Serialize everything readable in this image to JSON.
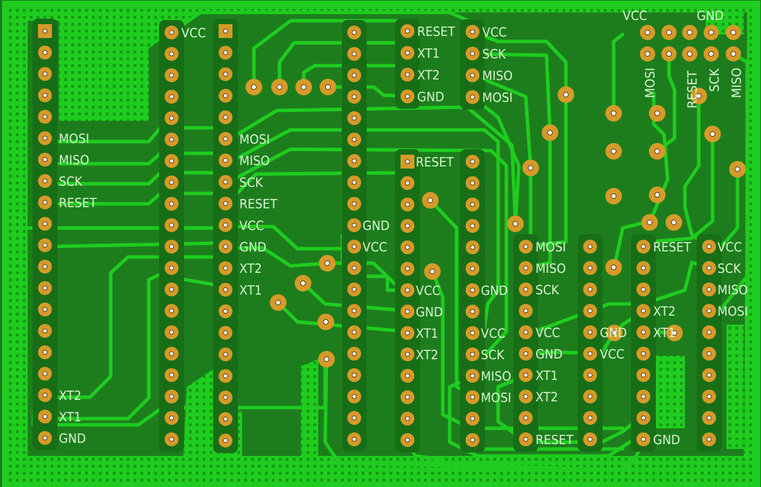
{
  "view": "pcb-top-copper",
  "colors": {
    "board_fill": "#1fcc1f",
    "isolation": "#1a6e1a",
    "copper_area": "#178a17",
    "pad": "#d69a2a",
    "hole": "#ffffff",
    "silkscreen": "#d8f5d0",
    "trace": "#1fcc1f"
  },
  "connectors": [
    {
      "id": "left-header",
      "pins": 20,
      "first_square": true,
      "labels": [
        {
          "pin": 6,
          "text": "MOSI"
        },
        {
          "pin": 7,
          "text": "MISO"
        },
        {
          "pin": 8,
          "text": "SCK"
        },
        {
          "pin": 9,
          "text": "RESET"
        },
        {
          "pin": 18,
          "text": "XT2"
        },
        {
          "pin": 19,
          "text": "XT1"
        },
        {
          "pin": 20,
          "text": "GND"
        }
      ]
    },
    {
      "id": "socket-a-left",
      "pins": 20,
      "first_square": false,
      "labels": [
        {
          "pin": 1,
          "text": "VCC"
        }
      ]
    },
    {
      "id": "socket-a-right",
      "pins": 20,
      "first_square": true,
      "labels": [
        {
          "pin": 6,
          "text": "MOSI"
        },
        {
          "pin": 7,
          "text": "MISO"
        },
        {
          "pin": 8,
          "text": "SCK"
        },
        {
          "pin": 9,
          "text": "RESET"
        },
        {
          "pin": 10,
          "text": "VCC"
        },
        {
          "pin": 11,
          "text": "GND"
        },
        {
          "pin": 12,
          "text": "XT2"
        },
        {
          "pin": 13,
          "text": "XT1"
        }
      ]
    },
    {
      "id": "socket-b-left",
      "pins": 20,
      "labels": [
        {
          "pin": 10,
          "text": "GND"
        },
        {
          "pin": 11,
          "text": "VCC"
        }
      ]
    },
    {
      "id": "socket-c-left",
      "pins": 4,
      "labels": [
        {
          "pin": 1,
          "text": "RESET"
        },
        {
          "pin": 2,
          "text": "XT1"
        },
        {
          "pin": 3,
          "text": "XT2"
        },
        {
          "pin": 4,
          "text": "GND"
        }
      ]
    },
    {
      "id": "socket-c-right",
      "pins": 4,
      "labels": [
        {
          "pin": 1,
          "text": "VCC"
        },
        {
          "pin": 2,
          "text": "SCK"
        },
        {
          "pin": 3,
          "text": "MISO"
        },
        {
          "pin": 4,
          "text": "MOSI"
        }
      ]
    },
    {
      "id": "socket-d-left",
      "pins": 14,
      "first_square": true,
      "labels": [
        {
          "pin": 1,
          "text": "RESET"
        },
        {
          "pin": 7,
          "text": "VCC"
        },
        {
          "pin": 8,
          "text": "GND"
        },
        {
          "pin": 9,
          "text": "XT1"
        },
        {
          "pin": 10,
          "text": "XT2"
        }
      ]
    },
    {
      "id": "socket-d-right",
      "pins": 14,
      "labels": [
        {
          "pin": 7,
          "text": "GND"
        },
        {
          "pin": 9,
          "text": "VCC"
        },
        {
          "pin": 10,
          "text": "SCK"
        },
        {
          "pin": 11,
          "text": "MISO"
        },
        {
          "pin": 12,
          "text": "MOSI"
        }
      ]
    },
    {
      "id": "socket-e-left",
      "pins": 10,
      "labels": [
        {
          "pin": 1,
          "text": "MOSI"
        },
        {
          "pin": 2,
          "text": "MISO"
        },
        {
          "pin": 3,
          "text": "SCK"
        },
        {
          "pin": 5,
          "text": "VCC"
        },
        {
          "pin": 6,
          "text": "GND"
        },
        {
          "pin": 7,
          "text": "XT1"
        },
        {
          "pin": 8,
          "text": "XT2"
        },
        {
          "pin": 10,
          "text": "RESET"
        }
      ]
    },
    {
      "id": "socket-e-right",
      "pins": 10,
      "labels": [
        {
          "pin": 5,
          "text": "GND"
        },
        {
          "pin": 6,
          "text": "VCC"
        }
      ]
    },
    {
      "id": "socket-f-left",
      "pins": 10,
      "labels": [
        {
          "pin": 1,
          "text": "RESET"
        },
        {
          "pin": 4,
          "text": "XT2"
        },
        {
          "pin": 5,
          "text": "XT1"
        },
        {
          "pin": 10,
          "text": "GND"
        }
      ]
    },
    {
      "id": "socket-f-right",
      "pins": 10,
      "labels": [
        {
          "pin": 1,
          "text": "VCC"
        },
        {
          "pin": 2,
          "text": "SCK"
        },
        {
          "pin": 3,
          "text": "MISO"
        },
        {
          "pin": 4,
          "text": "MOSI"
        }
      ]
    }
  ],
  "isp_header": {
    "top_labels": [
      "VCC",
      "GND"
    ],
    "bottom_labels": [
      "MOSI",
      "RESET",
      "SCK",
      "MISO"
    ],
    "pins": 10
  }
}
